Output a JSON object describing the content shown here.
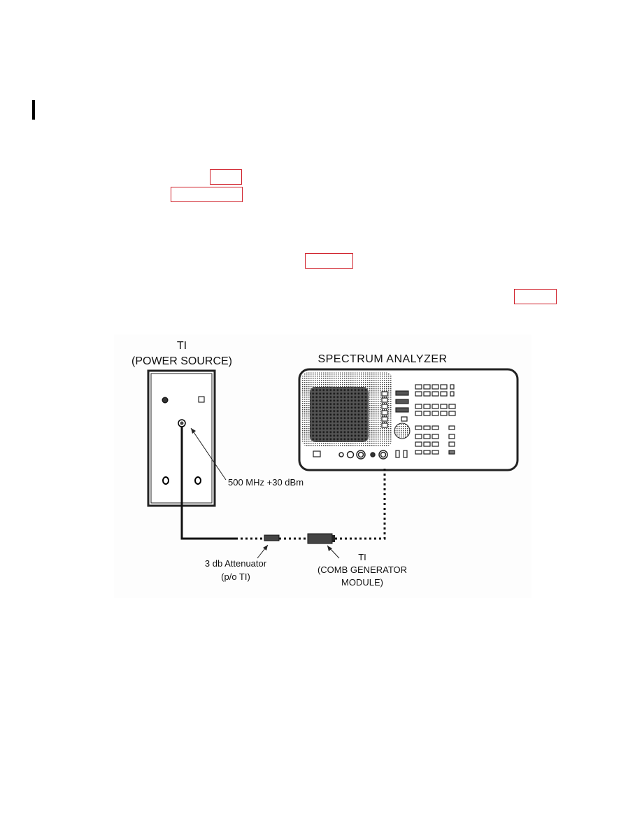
{
  "colors": {
    "link_outline": "#d0202a",
    "ink": "#111111"
  },
  "figure": {
    "power_source": {
      "title": "TI",
      "subtitle": "(POWER SOURCE)",
      "output_label": "500 MHz +30 dBm"
    },
    "spectrum_analyzer": {
      "title": "SPECTRUM ANALYZER"
    },
    "attenuator": {
      "line1": "3 db Attenuator",
      "line2": "(p/o TI)"
    },
    "comb_generator": {
      "line1": "TI",
      "line2": "(COMB GENERATOR",
      "line3": "MODULE)"
    }
  }
}
